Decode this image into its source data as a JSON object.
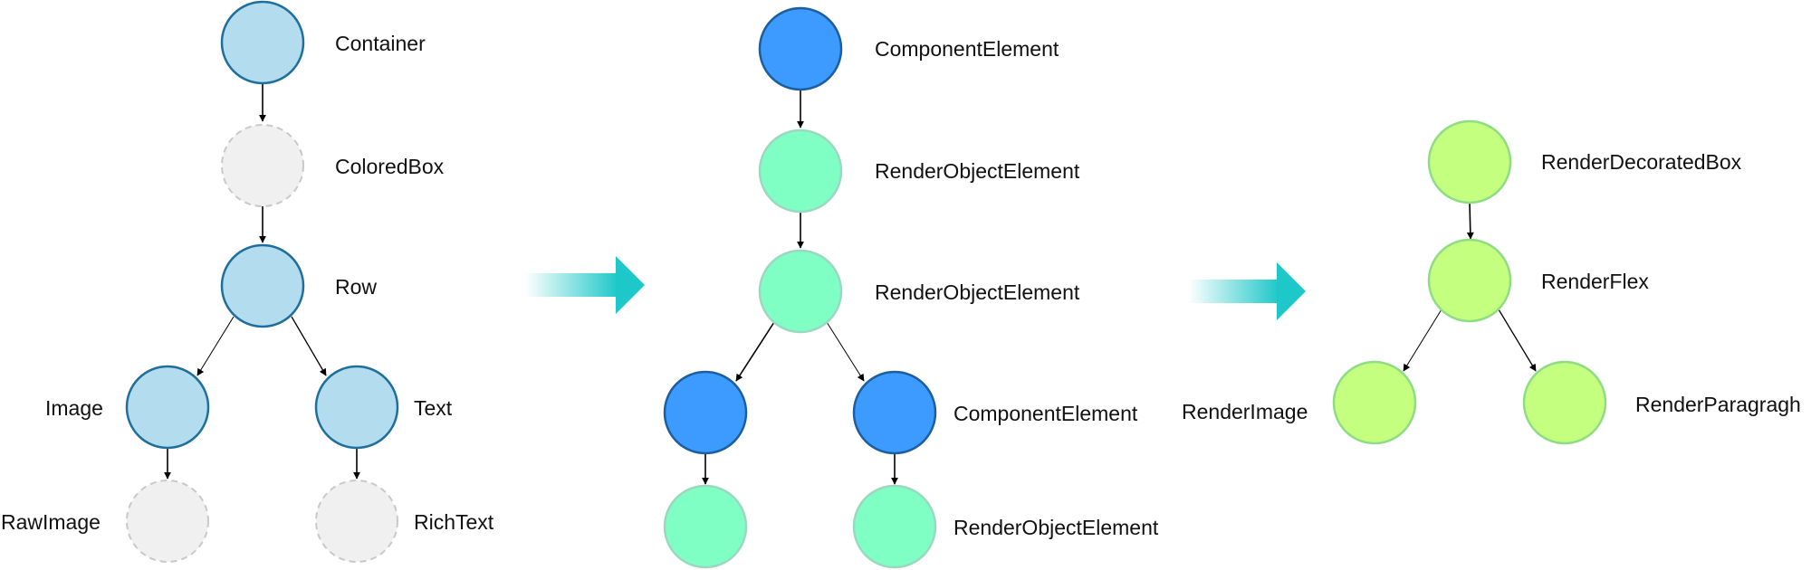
{
  "widget_tree": {
    "nodes": [
      {
        "id": "container",
        "label": "Container",
        "kind": "widget"
      },
      {
        "id": "coloredbox",
        "label": "ColoredBox",
        "kind": "implicit"
      },
      {
        "id": "row",
        "label": "Row",
        "kind": "widget"
      },
      {
        "id": "image",
        "label": "Image",
        "kind": "widget"
      },
      {
        "id": "text",
        "label": "Text",
        "kind": "widget"
      },
      {
        "id": "rawimage",
        "label": "RawImage",
        "kind": "implicit"
      },
      {
        "id": "richtext",
        "label": "RichText",
        "kind": "implicit"
      }
    ]
  },
  "element_tree": {
    "nodes": [
      {
        "id": "el-top",
        "label": "ComponentElement",
        "kind": "component"
      },
      {
        "id": "el-2",
        "label": "RenderObjectElement",
        "kind": "render"
      },
      {
        "id": "el-3",
        "label": "RenderObjectElement",
        "kind": "render"
      },
      {
        "id": "el-left",
        "label": "",
        "kind": "component"
      },
      {
        "id": "el-right",
        "label": "ComponentElement",
        "kind": "component"
      },
      {
        "id": "el-left-bottom",
        "label": "",
        "kind": "render"
      },
      {
        "id": "el-right-bottom",
        "label": "RenderObjectElement",
        "kind": "render"
      }
    ]
  },
  "render_tree": {
    "nodes": [
      {
        "id": "rt-top",
        "label": "RenderDecoratedBox",
        "kind": "renderobject"
      },
      {
        "id": "rt-flex",
        "label": "RenderFlex",
        "kind": "renderobject"
      },
      {
        "id": "rt-image",
        "label": "RenderImage",
        "kind": "renderobject"
      },
      {
        "id": "rt-para",
        "label": "RenderParagragh",
        "kind": "renderobject"
      }
    ]
  },
  "colors": {
    "widget_fill": "#b3dcef",
    "widget_stroke": "#1f6f9c",
    "implicit_fill": "#f0f0f0",
    "implicit_stroke": "#c9c9c9",
    "component_fill": "#3d9bff",
    "component_stroke": "#1c5e9e",
    "render_fill": "#80ffc4",
    "render_stroke": "#9ad8c0",
    "renderobject_fill": "#c4ff80",
    "renderobject_stroke": "#8fdc84",
    "transition_arrow": "#1ec8c8"
  }
}
